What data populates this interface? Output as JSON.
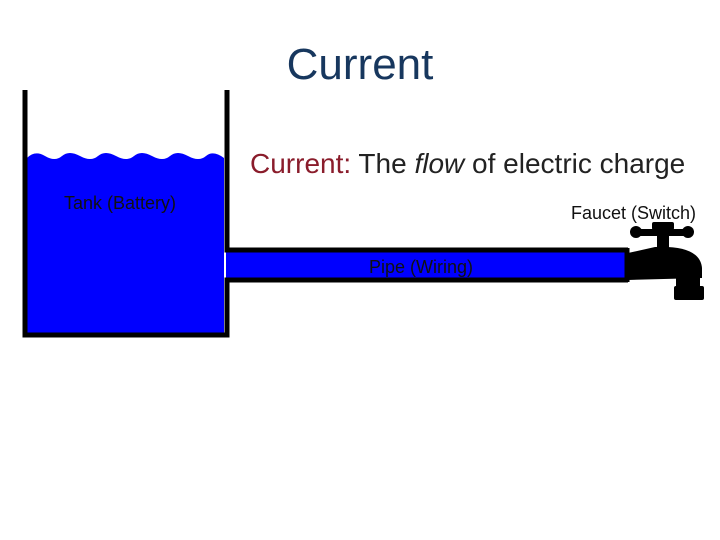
{
  "slide": {
    "title": "Current",
    "definition": {
      "term": "Current:",
      "text_before": " The ",
      "emphasis": "flow",
      "text_after": " of electric charge"
    }
  },
  "diagram": {
    "labels": {
      "tank": "Tank (Battery)",
      "pipe": "Pipe (Wiring)",
      "faucet": "Faucet (Switch)"
    },
    "colors": {
      "water": "#0000ff",
      "outline": "#000000",
      "title": "#17375e",
      "term": "#8a1c2b"
    },
    "icons": [
      "water-tank-icon",
      "pipe-icon",
      "faucet-icon"
    ]
  }
}
